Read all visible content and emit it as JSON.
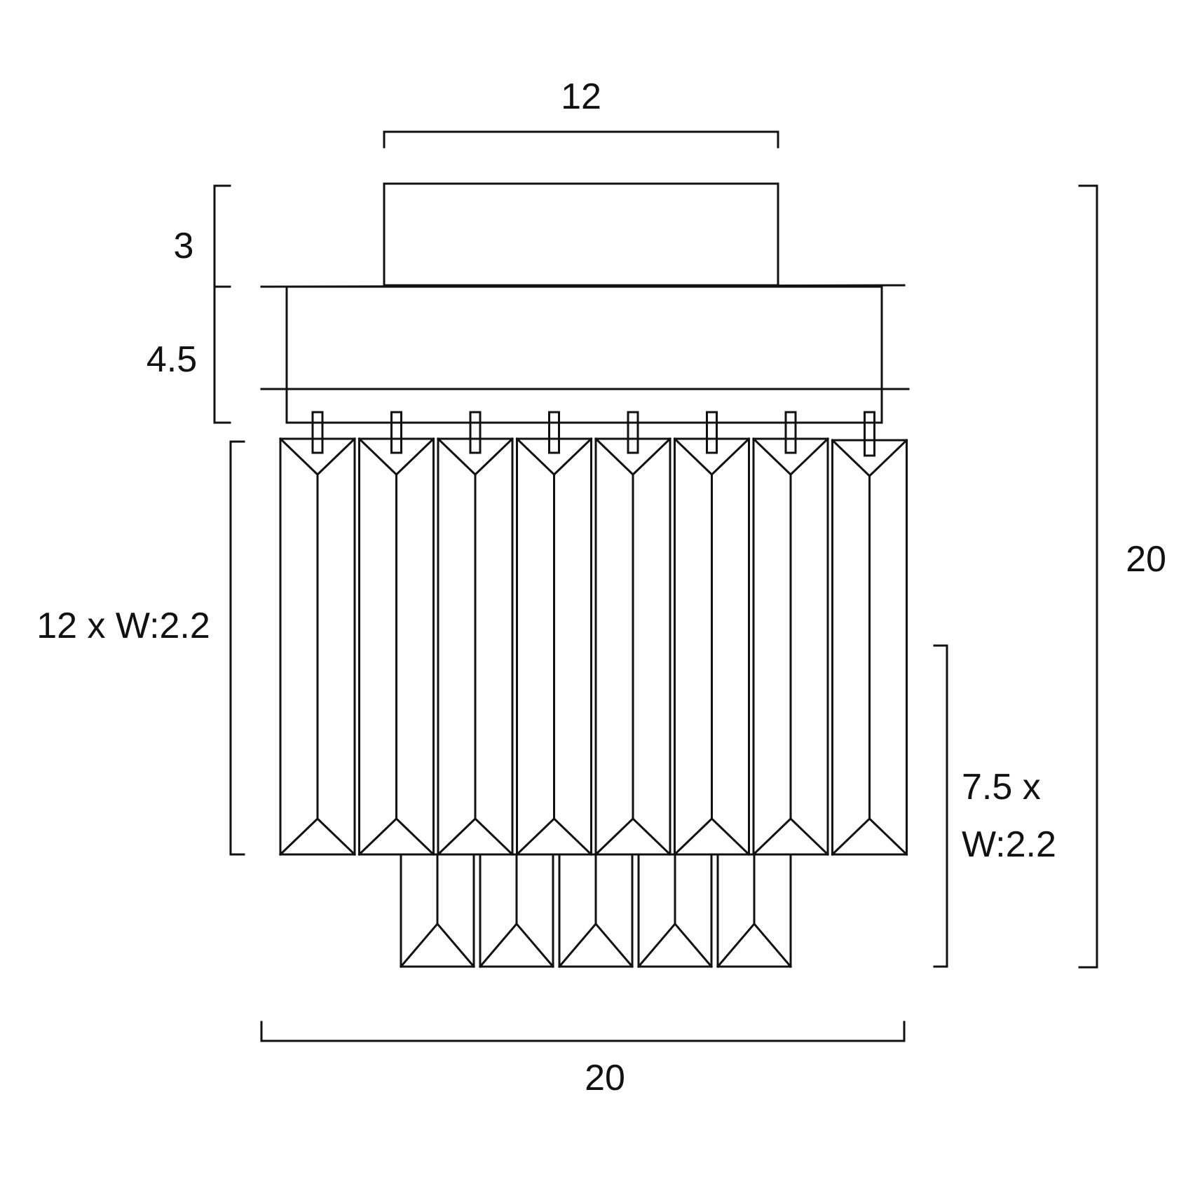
{
  "diagram": {
    "dimensions": {
      "canopy_width": "12",
      "canopy_height": "3",
      "frame_height": "4.5",
      "long_crystals": "12 x W:2.2",
      "total_height": "20",
      "short_crystals_line1": "7.5 x",
      "short_crystals_line2": "W:2.2",
      "total_width": "20"
    },
    "colors": {
      "line": "#111111",
      "background": "#ffffff"
    },
    "long_crystal_count": 8,
    "short_crystal_count": 5
  }
}
